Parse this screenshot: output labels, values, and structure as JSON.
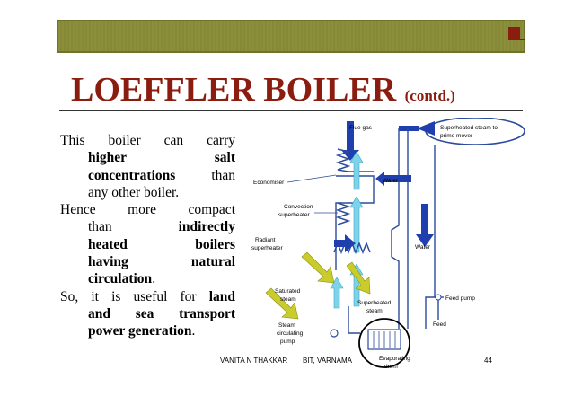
{
  "slide": {
    "title_main": "LOEFFLER BOILER",
    "title_suffix": "(contd.)",
    "paragraphs": [
      {
        "lines": [
          [
            {
              "t": "This boiler can carry",
              "b": false
            }
          ],
          [
            {
              "t": "higher salt",
              "b": true
            }
          ],
          [
            {
              "t": "concentrations",
              "b": true
            },
            {
              "t": " than",
              "b": false
            }
          ],
          [
            {
              "t": "any other boiler.",
              "b": false
            }
          ]
        ]
      },
      {
        "lines": [
          [
            {
              "t": "Hence more compact",
              "b": false
            }
          ],
          [
            {
              "t": "than ",
              "b": false
            },
            {
              "t": "indirectly",
              "b": true
            }
          ],
          [
            {
              "t": "heated boilers",
              "b": true
            }
          ],
          [
            {
              "t": "having natural",
              "b": true
            }
          ],
          [
            {
              "t": "circulation",
              "b": true
            },
            {
              "t": ".",
              "b": false
            }
          ]
        ]
      },
      {
        "lines": [
          [
            {
              "t": "So, it is useful for ",
              "b": false
            },
            {
              "t": "land",
              "b": true
            }
          ],
          [
            {
              "t": "and sea transport",
              "b": true
            }
          ],
          [
            {
              "t": "power generation",
              "b": true
            },
            {
              "t": ".",
              "b": false
            }
          ]
        ]
      }
    ],
    "footer": {
      "author": "VANITA N THAKKAR",
      "institute": "BIT, VARNAMA",
      "page": "44"
    }
  },
  "diagram": {
    "labels": {
      "flue_gas": "Flue gas",
      "superheated_steam_to": "Superheated steam to",
      "prime_mover": "prime mover",
      "economiser": "Economiser",
      "water_top": "Water",
      "convection": "Convection",
      "superheater": "superheater",
      "radiant": "Radiant",
      "superheater2": "superheater",
      "water_right": "Water",
      "saturated": "Saturated",
      "steam1": "steam",
      "superheated": "Superheated",
      "steam2": "steam",
      "feed_pump": "Feed pump",
      "feed": "Feed",
      "steam_circ": "Steam",
      "circulating": "circulating",
      "pump": "pump",
      "evaporating": "Evaporating",
      "drum": "drum"
    },
    "colors": {
      "pipe": "#2b4b9b",
      "arrow_blue": "#1f3fae",
      "arrow_light": "#7fd3e8",
      "arrow_yellow": "#c9cc2a",
      "title": "#8b1c10",
      "bar": "#8b8f3c"
    }
  }
}
